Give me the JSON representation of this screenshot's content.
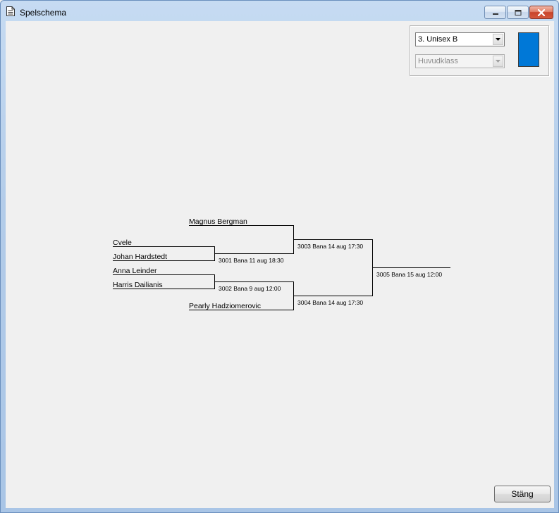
{
  "window": {
    "title": "Spelschema",
    "icon": "document-icon"
  },
  "class_selector": {
    "selected": "3.  Unisex B"
  },
  "draw_selector": {
    "selected": "Huvudklass",
    "disabled": true
  },
  "class_color": "#0078d7",
  "bracket": {
    "players": {
      "p1": "Magnus Bergman",
      "p2": "Cvele",
      "p3": "Johan Hardstedt",
      "p4": "Anna Leinder",
      "p5": "Harris Dailianis",
      "p6": "Pearly Hadziomerovic"
    },
    "matches": [
      {
        "id": "m3001",
        "label": "3001  Bana 11 aug 18:30"
      },
      {
        "id": "m3002",
        "label": "3002  Bana 9 aug 12:00"
      },
      {
        "id": "m3003",
        "label": "3003  Bana 14 aug 17:30"
      },
      {
        "id": "m3004",
        "label": "3004  Bana 14 aug 17:30"
      },
      {
        "id": "m3005",
        "label": "3005  Bana 15 aug 12:00"
      }
    ]
  },
  "footer": {
    "close_label": "Stäng"
  }
}
